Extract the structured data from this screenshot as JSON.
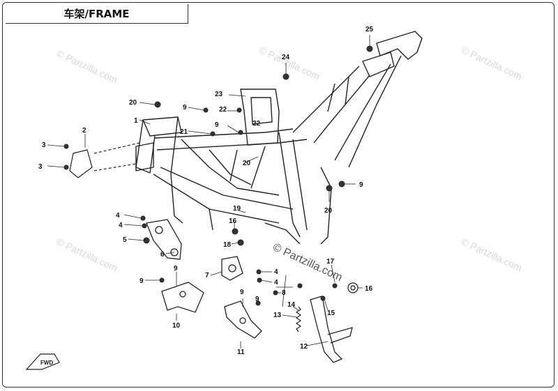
{
  "title": "车架/FRAME",
  "watermark": "© Partzilla.com",
  "watermark_center": "© Partzilla.com",
  "direction_label": "FWD",
  "callouts": [
    {
      "label": "1"
    },
    {
      "label": "2"
    },
    {
      "label": "3"
    },
    {
      "label": "3"
    },
    {
      "label": "4"
    },
    {
      "label": "4"
    },
    {
      "label": "4"
    },
    {
      "label": "4"
    },
    {
      "label": "5"
    },
    {
      "label": "6"
    },
    {
      "label": "7"
    },
    {
      "label": "8"
    },
    {
      "label": "9"
    },
    {
      "label": "9"
    },
    {
      "label": "9"
    },
    {
      "label": "9"
    },
    {
      "label": "9"
    },
    {
      "label": "9"
    },
    {
      "label": "10"
    },
    {
      "label": "11"
    },
    {
      "label": "12"
    },
    {
      "label": "13"
    },
    {
      "label": "14"
    },
    {
      "label": "15"
    },
    {
      "label": "16"
    },
    {
      "label": "16"
    },
    {
      "label": "17"
    },
    {
      "label": "18"
    },
    {
      "label": "19"
    },
    {
      "label": "20"
    },
    {
      "label": "20"
    },
    {
      "label": "20"
    },
    {
      "label": "21"
    },
    {
      "label": "22"
    },
    {
      "label": "22"
    },
    {
      "label": "23"
    },
    {
      "label": "24"
    },
    {
      "label": "25"
    }
  ],
  "colors": {
    "line": "#1a1a1a",
    "frame": "#222222",
    "watermark": "#d8d8d8"
  }
}
